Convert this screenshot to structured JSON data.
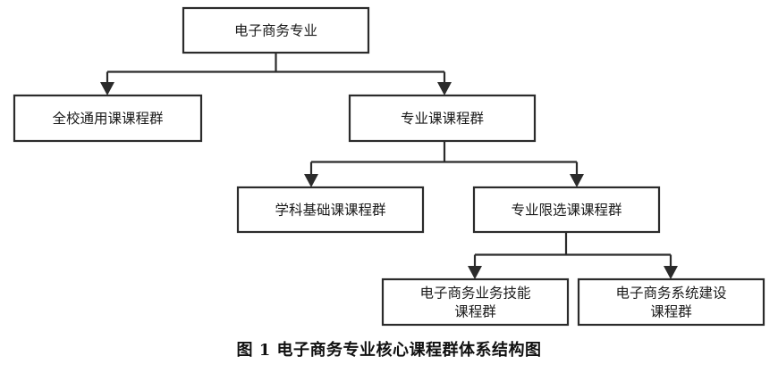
{
  "figure": {
    "caption": "图 1  电子商务专业核心课程群体系结构图",
    "background_color": "#ffffff",
    "line_color": "#2b2b2b",
    "text_color": "#1a1a1a"
  },
  "nodes": {
    "root": {
      "label": "电子商务专业",
      "lines": [
        "电子商务专业"
      ],
      "level": 0
    },
    "general_courses": {
      "label": "全校通用课课程群",
      "lines": [
        "全校通用课课程群"
      ],
      "level": 1
    },
    "major_courses": {
      "label": "专业课课程群",
      "lines": [
        "专业课课程群"
      ],
      "level": 1
    },
    "discipline_basic": {
      "label": "学科基础课课程群",
      "lines": [
        "学科基础课课程群"
      ],
      "level": 2
    },
    "major_restricted": {
      "label": "专业限选课课程群",
      "lines": [
        "专业限选课课程群"
      ],
      "level": 2
    },
    "business_skill": {
      "label": "电子商务业务技能课程群",
      "lines": [
        "电子商务业务技能",
        "课程群"
      ],
      "level": 3
    },
    "system_build": {
      "label": "电子商务系统建设课程群",
      "lines": [
        "电子商务系统建设",
        "课程群"
      ],
      "level": 3
    }
  },
  "edges": [
    {
      "from": "root",
      "to": "general_courses"
    },
    {
      "from": "root",
      "to": "major_courses"
    },
    {
      "from": "major_courses",
      "to": "discipline_basic"
    },
    {
      "from": "major_courses",
      "to": "major_restricted"
    },
    {
      "from": "major_restricted",
      "to": "business_skill"
    },
    {
      "from": "major_restricted",
      "to": "system_build"
    }
  ]
}
